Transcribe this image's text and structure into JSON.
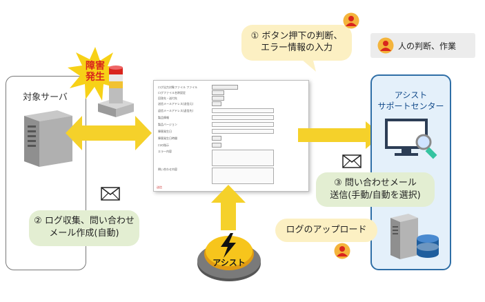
{
  "server": {
    "label": "対象サーバ"
  },
  "support": {
    "label_line1": "アシスト",
    "label_line2": "サポートセンター"
  },
  "alert": {
    "line1": "障害",
    "line2": "発生"
  },
  "balloons": {
    "judge_line1": "① ボタン押下の判断、",
    "judge_line2": "エラー情報の入力",
    "log_line1": "② ログ収集、問い合わせ",
    "log_line2": "メール作成(自動)",
    "mail_line1": "③ 問い合わせメール",
    "mail_line2": "送信(手動/自動を選択)",
    "upload": "ログのアップロード"
  },
  "legend": {
    "text": "人の判断、作業"
  },
  "button": {
    "label": "アシスト"
  },
  "form": {
    "rows": [
      "ログ出力対象ファイル ファイル",
      "ログファイル名称設定",
      "回答先・送付先",
      "送信メールアドレス(送信元)",
      "返信メールアドレス(返信先)",
      "製品情報",
      "製品バージョン",
      "障害発生日",
      "障害発生日時間",
      "口の指示",
      "エラー内容",
      "問い合わせ内容"
    ],
    "footer": "送信"
  },
  "colors": {
    "arrow": "#f5d12a",
    "balloon_yellow": "#fcf0c3",
    "balloon_green": "#e3eed2",
    "support_border": "#2e6ea6",
    "person_red": "#d9251d"
  }
}
